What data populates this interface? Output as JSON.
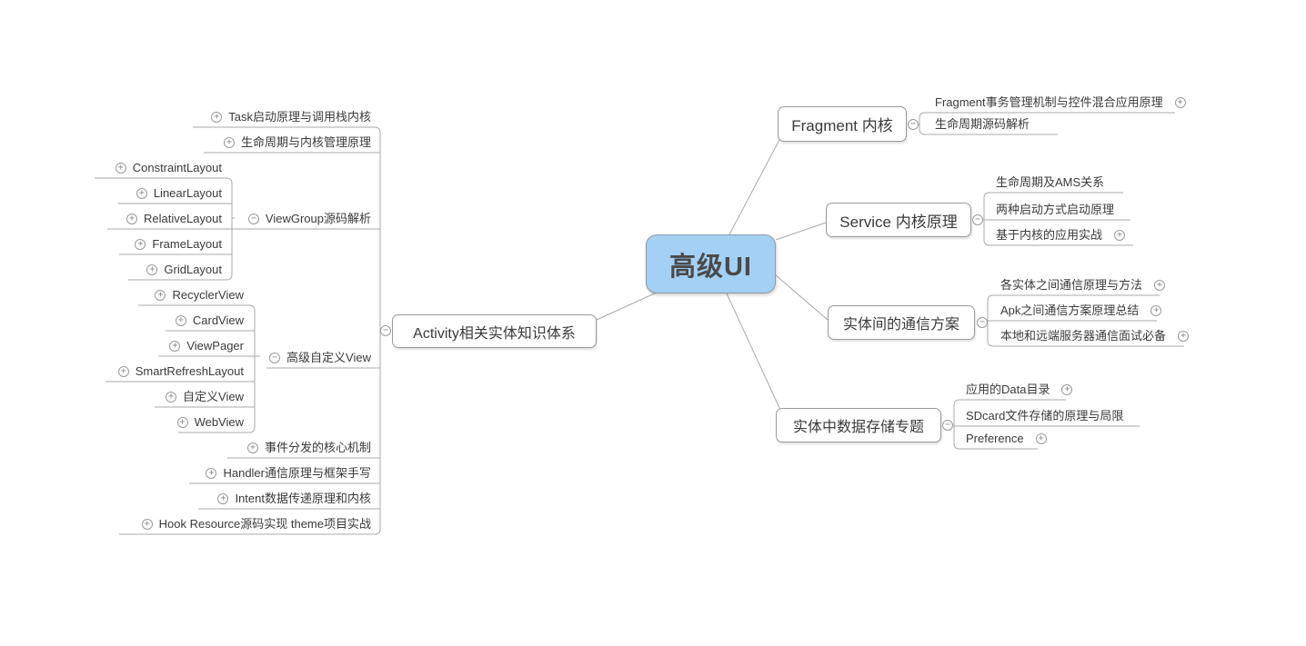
{
  "icons": {
    "plus": "+",
    "minus": "−"
  },
  "root": {
    "label": "高级UI"
  },
  "left_branch": {
    "label": "Activity相关实体知识体系",
    "children": [
      {
        "label": "Task启动原理与调用栈内核"
      },
      {
        "label": "生命周期与内核管理原理"
      },
      {
        "label": "ViewGroup源码解析",
        "children": [
          {
            "label": "ConstraintLayout"
          },
          {
            "label": "LinearLayout"
          },
          {
            "label": "RelativeLayout"
          },
          {
            "label": "FrameLayout"
          },
          {
            "label": "GridLayout"
          }
        ]
      },
      {
        "label": "高级自定义View",
        "children": [
          {
            "label": "RecyclerView"
          },
          {
            "label": "CardView"
          },
          {
            "label": "ViewPager"
          },
          {
            "label": "SmartRefreshLayout"
          },
          {
            "label": "自定义View"
          },
          {
            "label": "WebView"
          }
        ]
      },
      {
        "label": "事件分发的核心机制"
      },
      {
        "label": "Handler通信原理与框架手写"
      },
      {
        "label": "Intent数据传递原理和内核"
      },
      {
        "label": "Hook Resource源码实现 theme项目实战"
      }
    ]
  },
  "right_branches": [
    {
      "label": "Fragment 内核",
      "children": [
        {
          "label": "Fragment事务管理机制与控件混合应用原理"
        },
        {
          "label": "生命周期源码解析"
        }
      ]
    },
    {
      "label": "Service 内核原理",
      "children": [
        {
          "label": "生命周期及AMS关系"
        },
        {
          "label": "两种启动方式启动原理"
        },
        {
          "label": "基于内核的应用实战"
        }
      ]
    },
    {
      "label": "实体间的通信方案",
      "children": [
        {
          "label": "各实体之间通信原理与方法"
        },
        {
          "label": "Apk之间通信方案原理总结"
        },
        {
          "label": "本地和远端服务器通信面试必备"
        }
      ]
    },
    {
      "label": "实体中数据存储专题",
      "children": [
        {
          "label": "应用的Data目录"
        },
        {
          "label": "SDcard文件存储的原理与局限"
        },
        {
          "label": "Preference"
        }
      ]
    }
  ],
  "colors": {
    "root_fill": "#a3d0f4",
    "line": "#a9a9a9",
    "box_border": "#9a9a9a",
    "text": "#3a3a3a"
  }
}
